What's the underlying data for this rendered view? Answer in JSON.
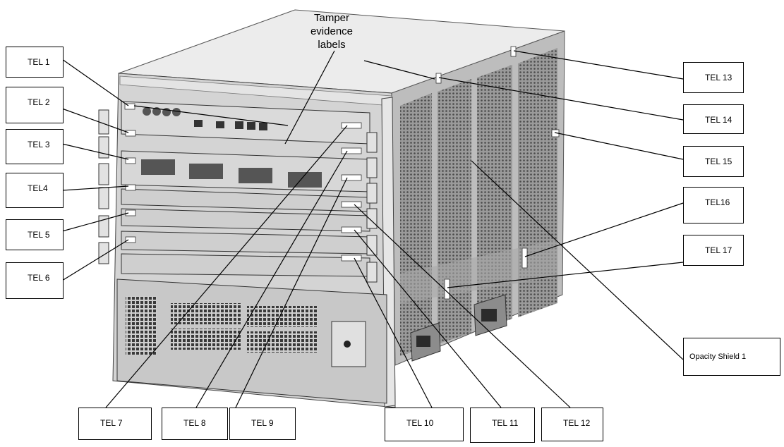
{
  "title_lines": [
    "Tamper",
    "evidence",
    "labels"
  ],
  "callouts": {
    "tel1": "TEL 1",
    "tel2": "TEL 2",
    "tel3": "TEL 3",
    "tel4": "TEL4",
    "tel5": "TEL 5",
    "tel6": "TEL 6",
    "tel7": "TEL 7",
    "tel8": "TEL 8",
    "tel9": "TEL 9",
    "tel10": "TEL 10",
    "tel11": "TEL 11",
    "tel12": "TEL 12",
    "tel13": "TEL 13",
    "tel14": "TEL 14",
    "tel15": "TEL 15",
    "tel16": "TEL16",
    "tel17": "TEL 17",
    "opacity_shield": "Opacity Shield 1"
  },
  "colors": {
    "line": "#000000",
    "chassis_top": "#e6e6e6",
    "chassis_front": "#d2d2d2",
    "chassis_side": "#b9b9b9",
    "vent": "#6a6a6a",
    "label": "#ffffff"
  }
}
